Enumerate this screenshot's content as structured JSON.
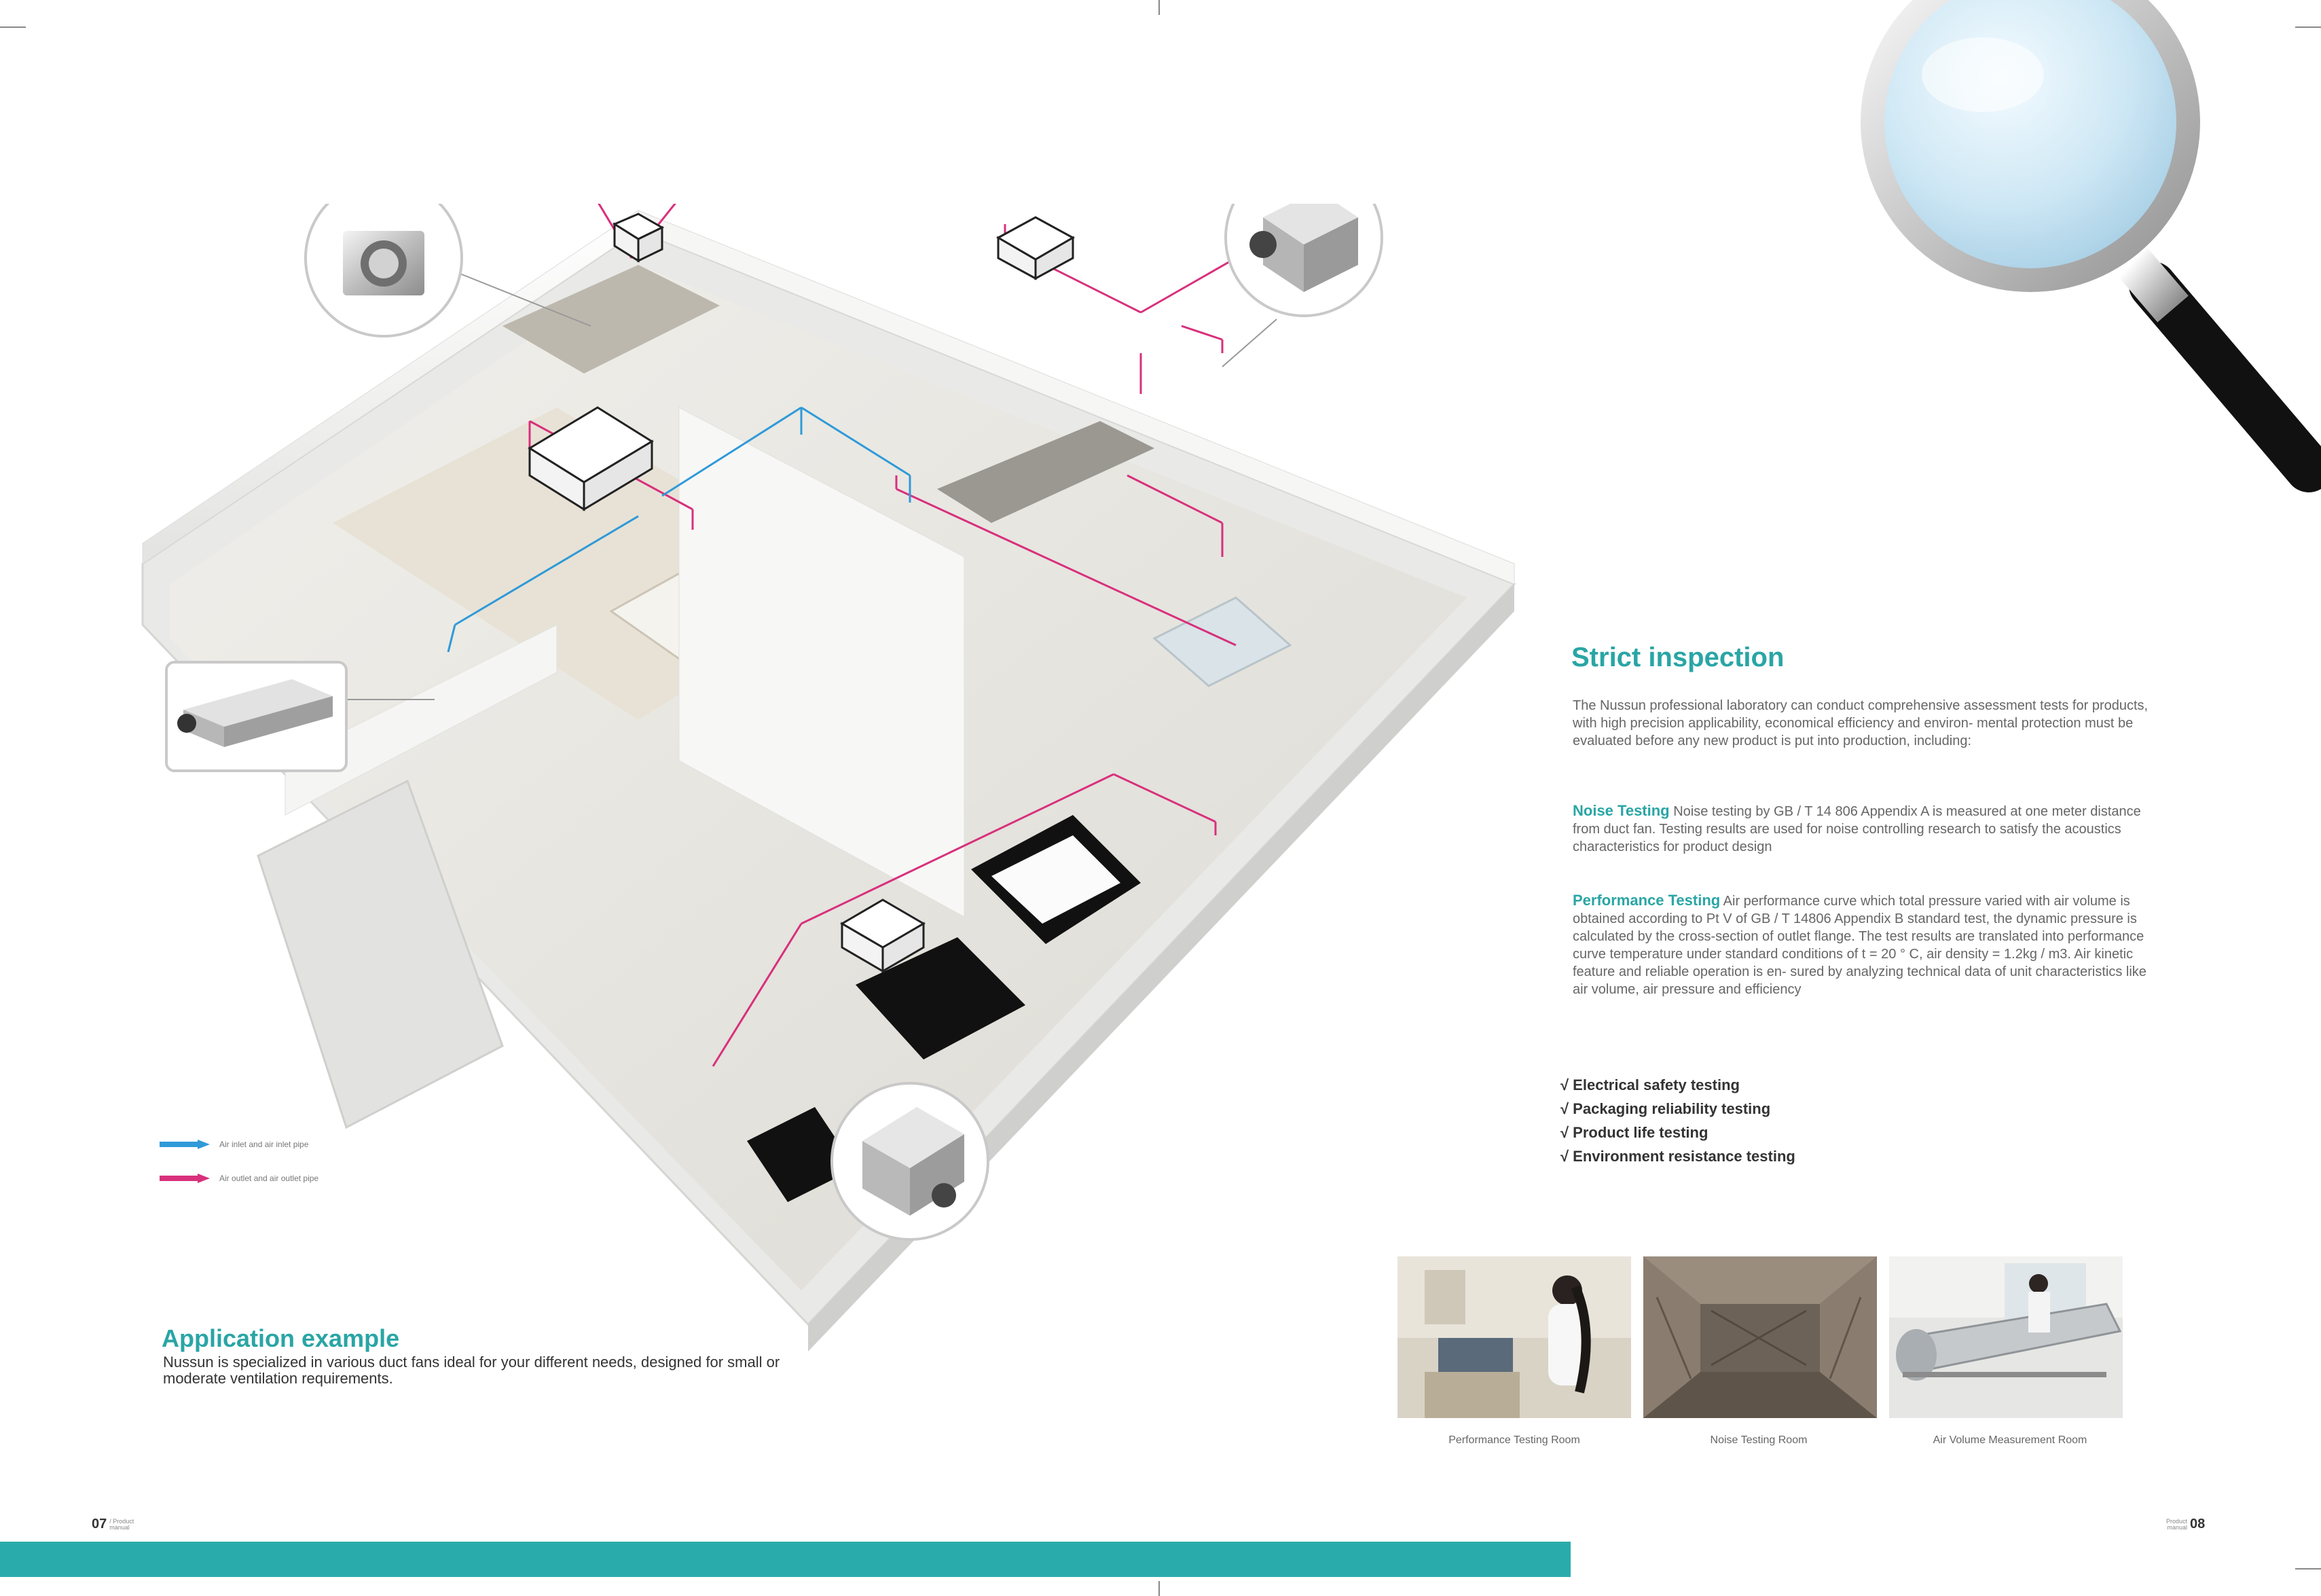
{
  "left_page": {
    "legend": [
      {
        "label": "Air inlet and air inlet pipe",
        "color": "#2f9ad8"
      },
      {
        "label": "Air outlet and air outlet pipe",
        "color": "#d8307c"
      }
    ],
    "application": {
      "title": "Application example",
      "description": "Nussun is specialized in various duct fans ideal for your different needs, designed for small or moderate ventilation requirements."
    },
    "page_number": {
      "num": "07",
      "label_line1": "/ Product",
      "label_line2": "manual"
    }
  },
  "right_page": {
    "title": "Strict inspection",
    "intro": "The Nussun professional laboratory can conduct comprehensive assessment tests for products, with high precision applicability, economical efficiency and environ- mental protection must be evaluated before any new product is put into production, including:",
    "noise": {
      "lead": "Noise Testing",
      "text": "Noise testing by GB / T 14 806 Appendix A is measured at one meter distance from duct fan. Testing results are used for noise controlling research to satisfy the acoustics characteristics for product design"
    },
    "performance": {
      "lead": "Performance Testing",
      "text": "Air performance curve which total pressure varied with air volume is obtained according to Pt V of GB / T 14806 Appendix B standard test, the dynamic pressure is calculated by the cross-section of outlet flange. The test results are translated into performance curve temperature under standard conditions of t = 20 ° C, air density = 1.2kg / m3. Air kinetic feature and reliable operation is en- sured by analyzing technical data of unit characteristics like air volume, air pressure and efficiency"
    },
    "checklist": [
      "√ Electrical safety testing",
      "√ Packaging reliability testing",
      "√ Product life testing",
      "√ Environment resistance testing"
    ],
    "photos": [
      {
        "caption": "Performance Testing Room"
      },
      {
        "caption": "Noise Testing Room"
      },
      {
        "caption": "Air Volume Measurement Room"
      }
    ],
    "page_number": {
      "num": "08",
      "label_line1": "Product",
      "label_line2": "manual"
    }
  },
  "colors": {
    "accent": "#2aa5a5",
    "footer_bar": "#2aabab",
    "inlet": "#2f9ad8",
    "outlet": "#d8307c"
  }
}
